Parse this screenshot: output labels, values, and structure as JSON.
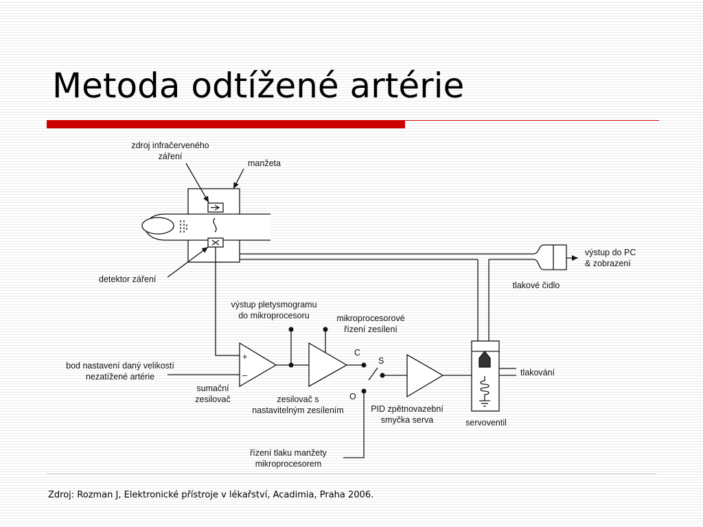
{
  "slide": {
    "title": "Metoda odtížené artérie",
    "source": "Zdroj: Rozman J, Elektronické přístroje v lékařství, Acadimia, Praha 2006."
  },
  "diagram": {
    "labels": {
      "ir_source_1": "zdroj infračerveného",
      "ir_source_2": "záření",
      "cuff": "manžeta",
      "detector": "detektor záření",
      "output_pc_1": "výstup do PC",
      "output_pc_2": "& zobrazení",
      "pressure_sensor": "tlakové čidlo",
      "pleth_out_1": "výstup pletysmogramu",
      "pleth_out_2": "do mikroprocesoru",
      "gain_ctrl_1": "mikroprocesorové",
      "gain_ctrl_2": "řízení zesílení",
      "setpoint_1": "bod nastavení daný velikostí",
      "setpoint_2": "nezatížené artérie",
      "summing_1": "sumační",
      "summing_2": "zesilovač",
      "var_amp_1": "zesilovač s",
      "var_amp_2": "nastavitelným zesílením",
      "pid_1": "PID zpětnovazební",
      "pid_2": "smyčka serva",
      "servovalve": "servoventil",
      "pressurization": "tlakování",
      "cuff_ctrl_1": "řízení tlaku manžety",
      "cuff_ctrl_2": "mikroprocesorem",
      "switch_c": "C",
      "switch_s": "S",
      "switch_o": "O",
      "plus": "+",
      "minus": "–"
    }
  }
}
